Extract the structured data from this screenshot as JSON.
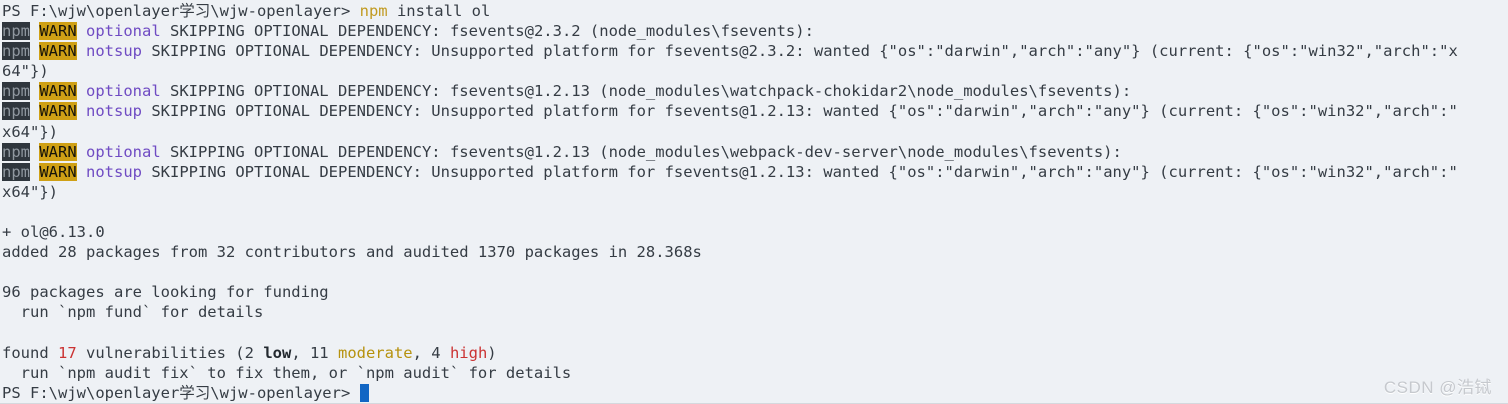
{
  "colors": {
    "background": "#eef1f5",
    "foreground": "#353c44",
    "command_yellow": "#c19a20",
    "npm_badge_bg": "#2f363d",
    "npm_badge_fg": "#9098a0",
    "warn_badge_bg": "#cfa015",
    "warn_badge_fg": "#15130a",
    "warn_category_purple": "#6f4bc3",
    "severity_high_red": "#cb3333",
    "severity_moderate_gold": "#b6920f",
    "cursor_blue": "#1166c4",
    "watermark_gray": "#c6c9ce"
  },
  "watermark": "CSDN @浩铽",
  "terminal": {
    "prompt": "PS F:\\wjw\\openlayer学习\\wjw-openlayer>",
    "command": "npm install ol",
    "lines": [
      {
        "segments": [
          {
            "text": "PS F:\\wjw\\openlayer学习\\wjw-openlayer> ",
            "style": "fg"
          },
          {
            "text": "npm",
            "style": "cmd"
          },
          {
            "text": " install ol",
            "style": "fg"
          }
        ]
      },
      {
        "segments": [
          {
            "text": "npm",
            "style": "npm"
          },
          {
            "text": " ",
            "style": "fg"
          },
          {
            "text": "WARN",
            "style": "warn"
          },
          {
            "text": " ",
            "style": "fg"
          },
          {
            "text": "optional",
            "style": "cat"
          },
          {
            "text": " SKIPPING OPTIONAL DEPENDENCY: fsevents@2.3.2 (node_modules\\fsevents):",
            "style": "fg"
          }
        ]
      },
      {
        "segments": [
          {
            "text": "npm",
            "style": "npm"
          },
          {
            "text": " ",
            "style": "fg"
          },
          {
            "text": "WARN",
            "style": "warn"
          },
          {
            "text": " ",
            "style": "fg"
          },
          {
            "text": "notsup",
            "style": "cat"
          },
          {
            "text": " SKIPPING OPTIONAL DEPENDENCY: Unsupported platform for fsevents@2.3.2: wanted {\"os\":\"darwin\",\"arch\":\"any\"} (current: {\"os\":\"win32\",\"arch\":\"x",
            "style": "fg"
          }
        ]
      },
      {
        "segments": [
          {
            "text": "64\"})",
            "style": "fg"
          }
        ]
      },
      {
        "segments": [
          {
            "text": "npm",
            "style": "npm"
          },
          {
            "text": " ",
            "style": "fg"
          },
          {
            "text": "WARN",
            "style": "warn"
          },
          {
            "text": " ",
            "style": "fg"
          },
          {
            "text": "optional",
            "style": "cat"
          },
          {
            "text": " SKIPPING OPTIONAL DEPENDENCY: fsevents@1.2.13 (node_modules\\watchpack-chokidar2\\node_modules\\fsevents):",
            "style": "fg"
          }
        ]
      },
      {
        "segments": [
          {
            "text": "npm",
            "style": "npm"
          },
          {
            "text": " ",
            "style": "fg"
          },
          {
            "text": "WARN",
            "style": "warn"
          },
          {
            "text": " ",
            "style": "fg"
          },
          {
            "text": "notsup",
            "style": "cat"
          },
          {
            "text": " SKIPPING OPTIONAL DEPENDENCY: Unsupported platform for fsevents@1.2.13: wanted {\"os\":\"darwin\",\"arch\":\"any\"} (current: {\"os\":\"win32\",\"arch\":\"",
            "style": "fg"
          }
        ]
      },
      {
        "segments": [
          {
            "text": "x64\"})",
            "style": "fg"
          }
        ]
      },
      {
        "segments": [
          {
            "text": "npm",
            "style": "npm"
          },
          {
            "text": " ",
            "style": "fg"
          },
          {
            "text": "WARN",
            "style": "warn"
          },
          {
            "text": " ",
            "style": "fg"
          },
          {
            "text": "optional",
            "style": "cat"
          },
          {
            "text": " SKIPPING OPTIONAL DEPENDENCY: fsevents@1.2.13 (node_modules\\webpack-dev-server\\node_modules\\fsevents):",
            "style": "fg"
          }
        ]
      },
      {
        "segments": [
          {
            "text": "npm",
            "style": "npm"
          },
          {
            "text": " ",
            "style": "fg"
          },
          {
            "text": "WARN",
            "style": "warn"
          },
          {
            "text": " ",
            "style": "fg"
          },
          {
            "text": "notsup",
            "style": "cat"
          },
          {
            "text": " SKIPPING OPTIONAL DEPENDENCY: Unsupported platform for fsevents@1.2.13: wanted {\"os\":\"darwin\",\"arch\":\"any\"} (current: {\"os\":\"win32\",\"arch\":\"",
            "style": "fg"
          }
        ]
      },
      {
        "segments": [
          {
            "text": "x64\"})",
            "style": "fg"
          }
        ]
      },
      {
        "segments": []
      },
      {
        "segments": [
          {
            "text": "+ ol@6.13.0",
            "style": "fg"
          }
        ]
      },
      {
        "segments": [
          {
            "text": "added 28 packages from 32 contributors and audited 1370 packages in 28.368s",
            "style": "fg"
          }
        ]
      },
      {
        "segments": []
      },
      {
        "segments": [
          {
            "text": "96 packages are looking for funding",
            "style": "fg"
          }
        ]
      },
      {
        "segments": [
          {
            "text": "  run `npm fund` for details",
            "style": "fg"
          }
        ]
      },
      {
        "segments": []
      },
      {
        "segments": [
          {
            "text": "found ",
            "style": "fg"
          },
          {
            "text": "17",
            "style": "red"
          },
          {
            "text": " vulnerabilities (2 ",
            "style": "fg"
          },
          {
            "text": "low",
            "style": "bold"
          },
          {
            "text": ", 11 ",
            "style": "fg"
          },
          {
            "text": "moderate",
            "style": "gold"
          },
          {
            "text": ", 4 ",
            "style": "fg"
          },
          {
            "text": "high",
            "style": "red"
          },
          {
            "text": ")",
            "style": "fg"
          }
        ]
      },
      {
        "segments": [
          {
            "text": "  run `npm audit fix` to fix them, or `npm audit` for details",
            "style": "fg"
          }
        ]
      },
      {
        "segments": [
          {
            "text": "PS F:\\wjw\\openlayer学习\\wjw-openlayer> ",
            "style": "fg"
          },
          {
            "text": " ",
            "style": "cursor"
          }
        ]
      }
    ]
  }
}
